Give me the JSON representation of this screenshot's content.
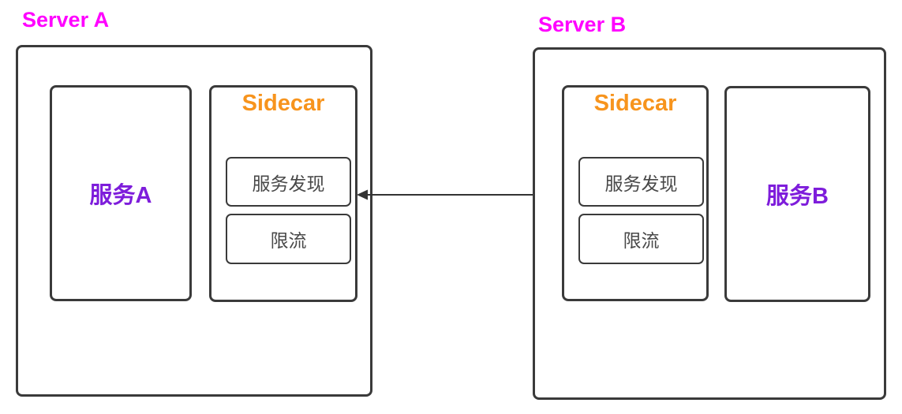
{
  "diagram": {
    "description_labels": {
      "arrow": "bidirectional-connection"
    }
  },
  "servers": [
    {
      "title": "Server A",
      "service_name": "服务A",
      "sidecar_title": "Sidecar",
      "components": [
        "服务发现",
        "限流"
      ]
    },
    {
      "title": "Server B",
      "service_name": "服务B",
      "sidecar_title": "Sidecar",
      "components": [
        "服务发现",
        "限流"
      ]
    }
  ],
  "colors": {
    "server_label": "#ff00ff",
    "service_label": "#7e1ddb",
    "sidecar_label": "#f7941d",
    "box_border": "#3a3a3a",
    "component_text": "#484848",
    "arrow": "#333333",
    "background": "#ffffff"
  }
}
